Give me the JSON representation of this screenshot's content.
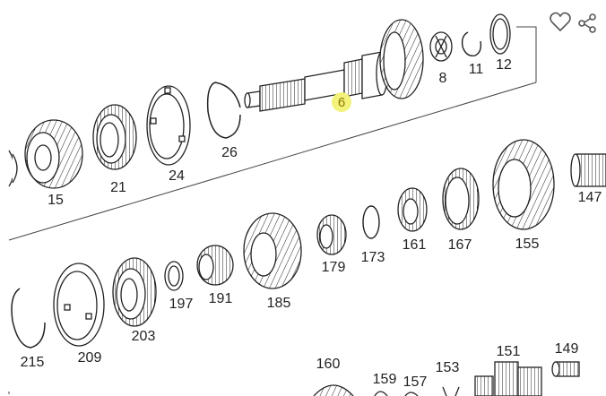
{
  "colors": {
    "line": "#222222",
    "highlight": "#f3f27a",
    "icon": "#555555"
  },
  "toolbar": {
    "favorite_icon": "heart-icon",
    "share_icon": "share-icon"
  },
  "highlighted_part": "6",
  "part_labels": {
    "p6": "6",
    "p8": "8",
    "p11": "11",
    "p12": "12",
    "p15": "15",
    "p21": "21",
    "p24": "24",
    "p26": "26",
    "p147": "147",
    "p155": "155",
    "p161": "161",
    "p167": "167",
    "p173": "173",
    "p179": "179",
    "p185": "185",
    "p191": "191",
    "p197": "197",
    "p203": "203",
    "p209": "209",
    "p215": "215",
    "p149": "149",
    "p151": "151",
    "p153": "153",
    "p157": "157",
    "p159": "159",
    "p160": "160"
  }
}
